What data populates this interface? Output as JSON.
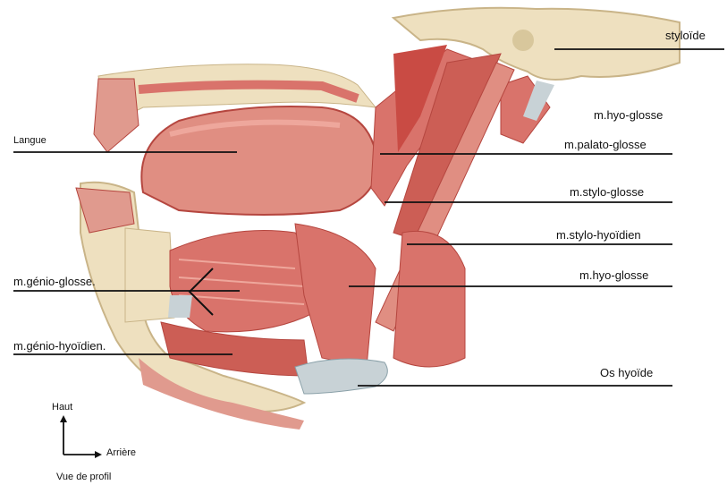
{
  "labels": {
    "styloide": "styloïde",
    "hyo_glosse_top": "m.hyo-glosse",
    "langue": "Langue",
    "palato_glosse": "m.palato-glosse",
    "stylo_glosse": "m.stylo-glosse",
    "stylo_hyoidien": "m.stylo-hyoïdien",
    "hyo_glosse": "m.hyo-glosse",
    "genio_glosse": "m.génio-glosse.",
    "genio_hyoidien": "m.génio-hyoïdien.",
    "os_hyoide": "Os hyoïde"
  },
  "orientation": {
    "up": "Haut",
    "back": "Arrière",
    "view": "Vue de profil"
  },
  "colors": {
    "muscle": "#d9736b",
    "muscle_dark": "#b5463f",
    "muscle_light": "#eea79c",
    "bone": "#eee0bf",
    "bone_dark": "#c9b488",
    "tendon": "#c8d2d6",
    "line": "#111111"
  }
}
